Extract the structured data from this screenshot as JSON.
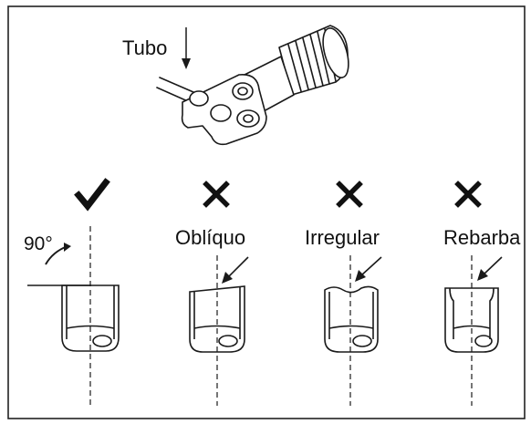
{
  "figure": {
    "tube_label": "Tubo",
    "angle_label": "90°",
    "ok_mark": "✔",
    "bad_mark": "✕",
    "cuts": [
      {
        "verdict": "correct",
        "label": ""
      },
      {
        "verdict": "wrong",
        "label": "Oblíquo"
      },
      {
        "verdict": "wrong",
        "label": "Irregular"
      },
      {
        "verdict": "wrong",
        "label": "Rebarba"
      }
    ]
  },
  "colors": {
    "line": "#1a1a1a",
    "background": "#ffffff"
  }
}
